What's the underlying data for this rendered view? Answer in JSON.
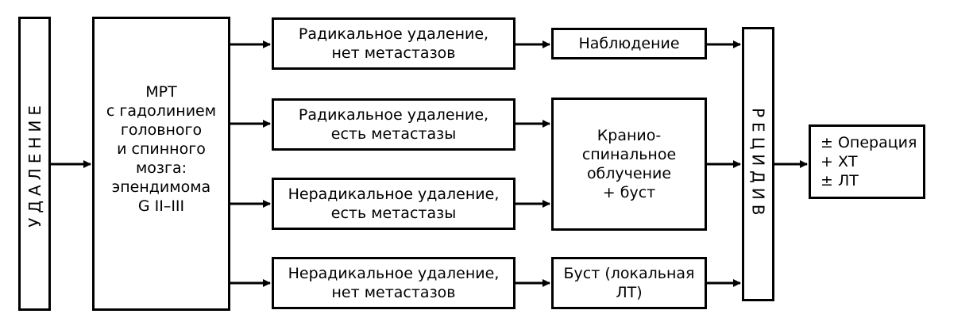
{
  "nodes": {
    "removal": "УДАЛЕНИЕ",
    "mri": "МРТ\nс гадолинием\nголовного\nи спинного\nмозга:\nэпендимома\nG II–III",
    "radical_no_mets": "Радикальное удаление,\nнет метастазов",
    "radical_mets": "Радикальное удаление,\nесть метастазы",
    "nonradical_mets": "Нерадикальное удаление,\nесть метастазы",
    "nonradical_no_mets": "Нерадикальное удаление,\nнет метастазов",
    "observation": "Наблюдение",
    "craniospinal": "Кранио-\nспинальное\nоблучение\n+ буст",
    "boost_local": "Буст (локальная\nЛТ)",
    "relapse": "РЕЦИДИВ",
    "treatment": "± Операция\n+ ХТ\n± ЛТ"
  }
}
